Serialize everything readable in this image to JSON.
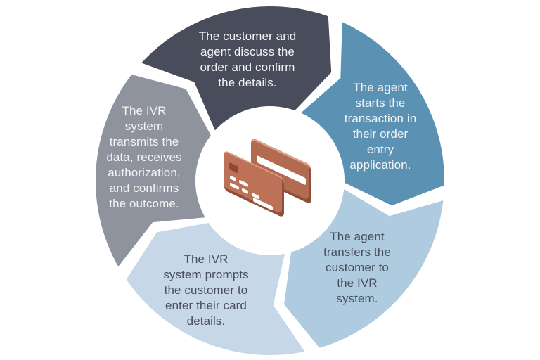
{
  "background": "#ffffff",
  "diagram": {
    "type": "cycle",
    "direction": "clockwise",
    "segments": [
      {
        "id": "step-1",
        "label": "The customer and\nagent discuss the\norder and confirm\nthe details.",
        "color": "#484c5b",
        "text_color": "#f4f4f6"
      },
      {
        "id": "step-2",
        "label": "The agent\nstarts the\ntransaction in\ntheir order\nentry\napplication.",
        "color": "#5b92b4",
        "text_color": "#f4f4f6"
      },
      {
        "id": "step-3",
        "label": "The agent\ntransfers the\ncustomer to\nthe IVR\nsystem.",
        "color": "#aecbdf",
        "text_color": "#494d5b"
      },
      {
        "id": "step-4",
        "label": "The IVR\nsystem prompts\nthe customer to\nenter their card\ndetails.",
        "color": "#c6d7e7",
        "text_color": "#494d5b"
      },
      {
        "id": "step-5",
        "label": "The IVR\nsystem\ntransmits the\ndata, receives\nauthorization,\nand confirms\nthe outcome.",
        "color": "#8f939e",
        "text_color": "#f4f4f6"
      }
    ],
    "center_icon": {
      "name": "credit-cards-icon",
      "colors": {
        "card_back_face": "#b26a50",
        "card_front_face": "#bd7258",
        "edge_light": "#dda184",
        "edge_dark": "#8e4e3a",
        "chip": "#8a4a36",
        "stripe": "#ffffff"
      }
    }
  }
}
